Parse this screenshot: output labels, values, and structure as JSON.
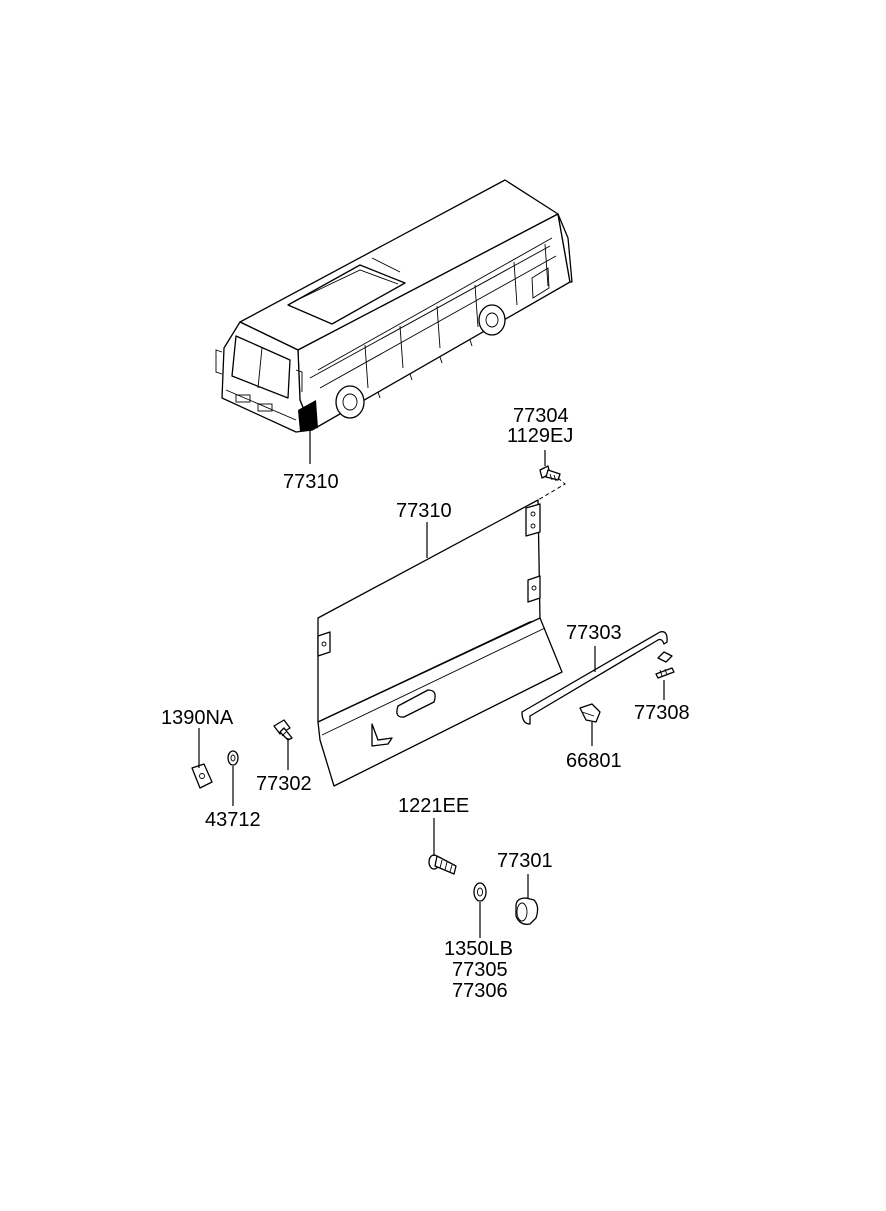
{
  "diagram": {
    "labels": {
      "bus_callout": "77310",
      "screw_top_a": "77304",
      "screw_top_b": "1129EJ",
      "panel": "77310",
      "rod": "77303",
      "plate": "1390NA",
      "washer_left": "43712",
      "bolt_small": "77302",
      "clip": "66801",
      "bracket_right": "77308",
      "bolt_long": "1221EE",
      "bushing": "77301",
      "washer_a": "1350LB",
      "washer_b": "77305",
      "washer_c": "77306"
    }
  }
}
